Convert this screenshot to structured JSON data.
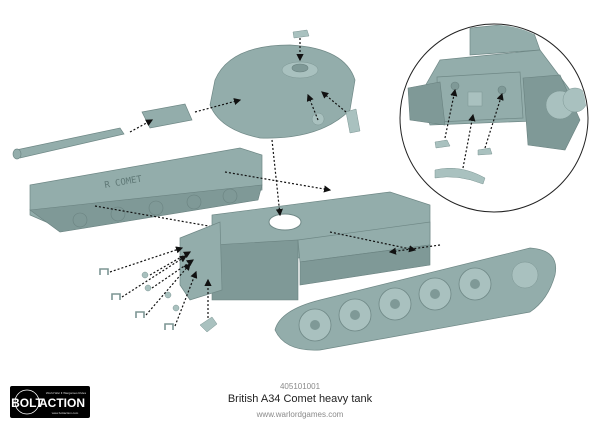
{
  "product": {
    "code": "405101001",
    "title": "British A34 Comet heavy tank",
    "website": "www.warlordgames.com"
  },
  "logo": {
    "tagline": "World War II Wargames Rules",
    "name": "BOLT ACTION",
    "url": "www.boltaction.com"
  },
  "hull_marking": "R   COMET",
  "colors": {
    "plastic": "#93adab",
    "plastic_shadow": "#7f9997",
    "arrow": "#111111",
    "text_dark": "#222222",
    "text_muted": "#8a8a8a",
    "logo_bg": "#000000"
  }
}
